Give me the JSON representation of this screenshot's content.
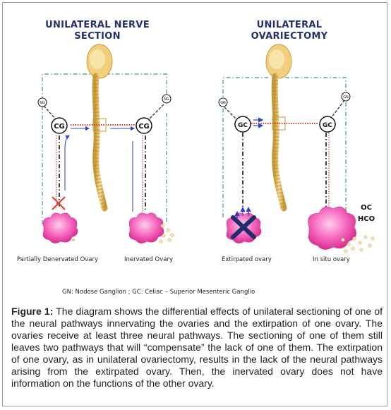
{
  "panels": [
    {
      "title_line1": "UNILATERAL NERVE",
      "title_line2": "SECTION",
      "left_ganglion": "CG",
      "right_ganglion": "CG",
      "left_nodose": "NG",
      "right_nodose": "NG",
      "left_ovary_label": "Partially Denervated Ovary",
      "right_ovary_label": "Inervated Ovary"
    },
    {
      "title_line1": "UNILATERAL",
      "title_line2": "OVARIECTOMY",
      "left_ganglion": "GC",
      "right_ganglion": "GC",
      "left_nodose": "GN",
      "right_nodose": "GN",
      "left_ovary_label": "Extirpated ovary",
      "right_ovary_label": "In situ ovary",
      "oc_label": "OC",
      "hco_label": "HCO"
    }
  ],
  "legend": "GN: Nodose Ganglion ; GC: Celiac – Superior  Mesenteric Ganglio",
  "caption": {
    "label": "Figure 1:",
    "text": " The diagram shows the differential effects of unilateral sectioning of one of the neural pathways innervating the ovaries and the extirpation of one ovary. The ovaries receive at least three neural pathways. The sectioning of one of them still leaves two pathways that will “compensate” the lack of one of them. The extirpation of one ovary, as in unilateral ovariectomy, results in the lack of the neural pathways arising from the extirpated ovary. Then, the inervated ovary does not have information on the functions of the other ovary."
  },
  "colors": {
    "title": "#24316d",
    "spine": "#e2c06a",
    "dashed_green": "#5aa88a",
    "dotted_red": "#c0392b",
    "ovary": "#f05ab4",
    "arrow_blue": "#2d3fc7",
    "cross_red": "#e03a2a",
    "cross_navy": "#1f2d6b"
  }
}
